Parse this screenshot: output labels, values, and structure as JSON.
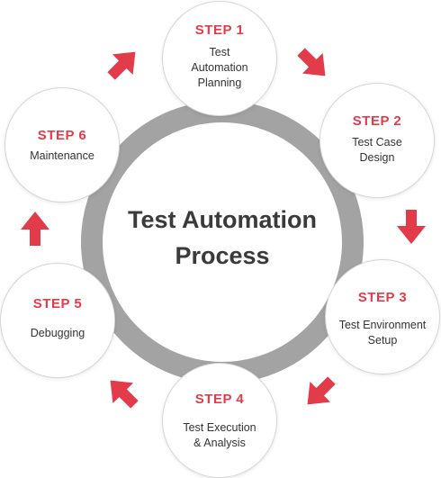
{
  "center": {
    "line1": "Test Automation",
    "line2": "Process"
  },
  "colors": {
    "accent": "#e23b4a",
    "ring": "#a3a3a3",
    "text": "#333333"
  },
  "steps": [
    {
      "label": "STEP 1",
      "text": "Test\nAutomation\nPlanning"
    },
    {
      "label": "STEP 2",
      "text": "Test Case\nDesign"
    },
    {
      "label": "STEP 3",
      "text": "Test Environment\nSetup"
    },
    {
      "label": "STEP 4",
      "text": "Test Execution\n& Analysis"
    },
    {
      "label": "STEP 5",
      "text": "Debugging"
    },
    {
      "label": "STEP 6",
      "text": "Maintenance"
    }
  ],
  "arrows": [
    {
      "icon": "arrow-up-right-icon",
      "direction_deg": -45
    },
    {
      "icon": "arrow-down-right-icon",
      "direction_deg": 45
    },
    {
      "icon": "arrow-down-icon",
      "direction_deg": 90
    },
    {
      "icon": "arrow-down-left-icon",
      "direction_deg": 135
    },
    {
      "icon": "arrow-up-left-icon",
      "direction_deg": -135
    },
    {
      "icon": "arrow-up-icon",
      "direction_deg": -90
    }
  ]
}
